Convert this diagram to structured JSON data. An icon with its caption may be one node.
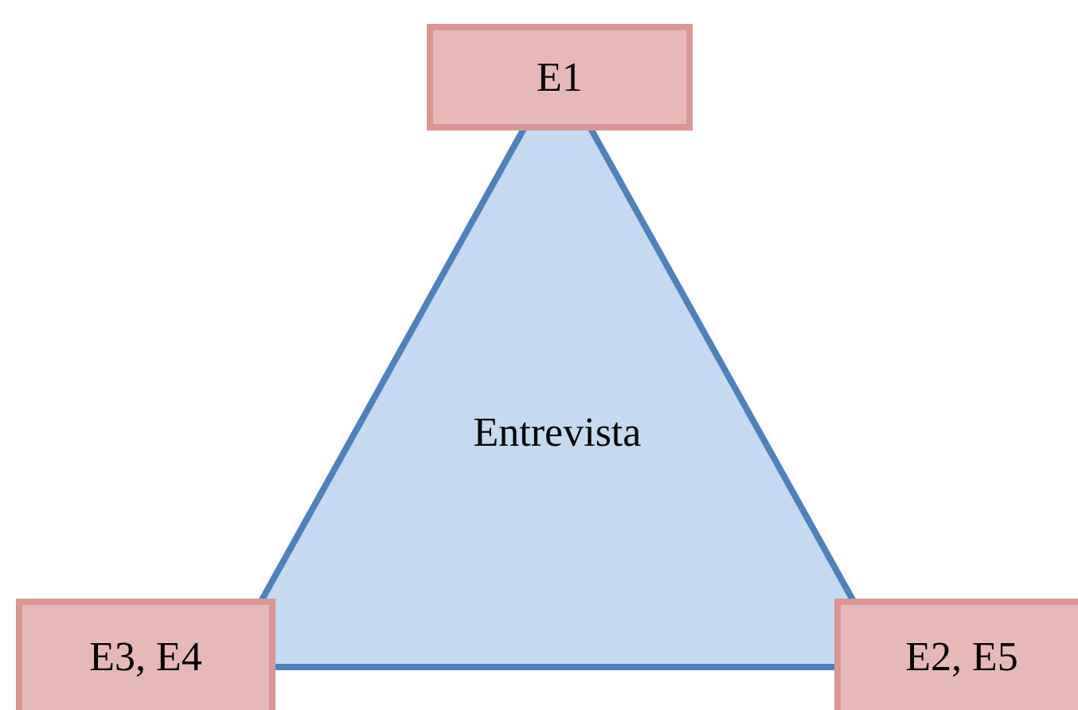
{
  "diagram": {
    "nodes": [
      {
        "text": [
          "E1"
        ]
      },
      {
        "text": [
          "Entrevista"
        ]
      },
      {
        "text": [
          "E3, E4"
        ]
      },
      {
        "text": [
          "E2, E5"
        ]
      }
    ]
  }
}
